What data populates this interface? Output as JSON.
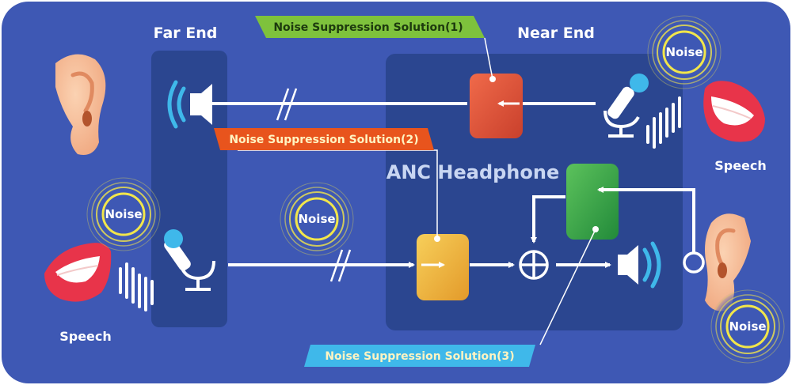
{
  "labels": {
    "far_end": "Far End",
    "near_end": "Near End",
    "anc_headphone": "ANC Headphone",
    "speech_left": "Speech",
    "speech_right": "Speech"
  },
  "solutions": {
    "s1": "Noise Suppression Solution(1)",
    "s2": "Noise Suppression Solution(2)",
    "s3": "Noise Suppression Solution(3)"
  },
  "noise": {
    "n1": "Noise",
    "n2": "Noise",
    "n3": "Noise",
    "n4": "Noise"
  },
  "colors": {
    "background": "#3e58b4",
    "panel": "#2b4690",
    "solution1": "#7ec23c",
    "solution2": "#e8541d",
    "solution3": "#3fb8ea",
    "block_red": "#e0553c",
    "block_orange": "#f0b43c",
    "block_green": "#3aa648",
    "noise_ring": "#f2e64a"
  }
}
